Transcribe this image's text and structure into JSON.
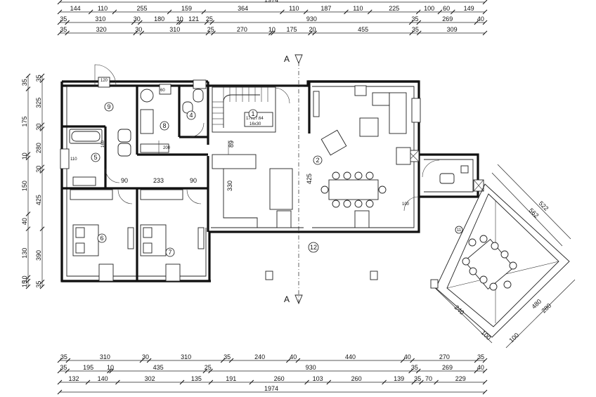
{
  "dimensions": {
    "top": [
      {
        "labels": [
          "1974"
        ]
      },
      {
        "labels": [
          "144",
          "110",
          "255",
          "159",
          "364",
          "110",
          "187",
          "110",
          "225",
          "100",
          "60",
          "149"
        ]
      },
      {
        "labels": [
          "35",
          "310",
          "30",
          "180",
          "10",
          "121",
          "25",
          "930",
          "35",
          "269",
          "40"
        ]
      },
      {
        "labels": [
          "35",
          "320",
          "30",
          "310",
          "25",
          "270",
          "10",
          "175",
          "20",
          "455",
          "35",
          "309"
        ]
      }
    ],
    "bottom": [
      {
        "labels": [
          "35",
          "310",
          "30",
          "310",
          "35",
          "240",
          "40",
          "440",
          "40",
          "270",
          "35"
        ]
      },
      {
        "labels": [
          "35",
          "195",
          "10",
          "435",
          "25",
          "930",
          "35",
          "269",
          "40"
        ]
      },
      {
        "labels": [
          "132",
          "140",
          "302",
          "135",
          "191",
          "260",
          "103",
          "260",
          "139",
          "35",
          "70",
          "229"
        ]
      },
      {
        "labels": [
          "1974"
        ]
      }
    ],
    "left": [
      {
        "labels": [
          "35",
          "325",
          "30",
          "280",
          "30",
          "425",
          "390",
          "35"
        ]
      },
      {
        "labels": [
          "35",
          "175",
          "10",
          "150",
          "40",
          "130",
          "10",
          "15"
        ]
      }
    ],
    "diagonal": [
      "522",
      "562",
      "240",
      "480",
      "280",
      "100",
      "100"
    ]
  },
  "rooms": [
    {
      "id": "1",
      "label": "1"
    },
    {
      "id": "2",
      "label": "2"
    },
    {
      "id": "4",
      "label": "4"
    },
    {
      "id": "5",
      "label": "5"
    },
    {
      "id": "6",
      "label": "6"
    },
    {
      "id": "7",
      "label": "7"
    },
    {
      "id": "8",
      "label": "8"
    },
    {
      "id": "9",
      "label": "9"
    },
    {
      "id": "12",
      "label": "12"
    }
  ],
  "section_marks": {
    "top": "A",
    "bottom": "A"
  },
  "annotations": {
    "d_425": "425",
    "d_330": "330",
    "d_89": "89",
    "d_160": "160",
    "d_233": "233",
    "d_90a": "90",
    "d_90b": "90",
    "stair_note": "17x17.64",
    "stair_note2": "16x30",
    "win_120": "120",
    "win_110": "110",
    "win_100": "100",
    "win_200": "200",
    "win_60": "60"
  }
}
